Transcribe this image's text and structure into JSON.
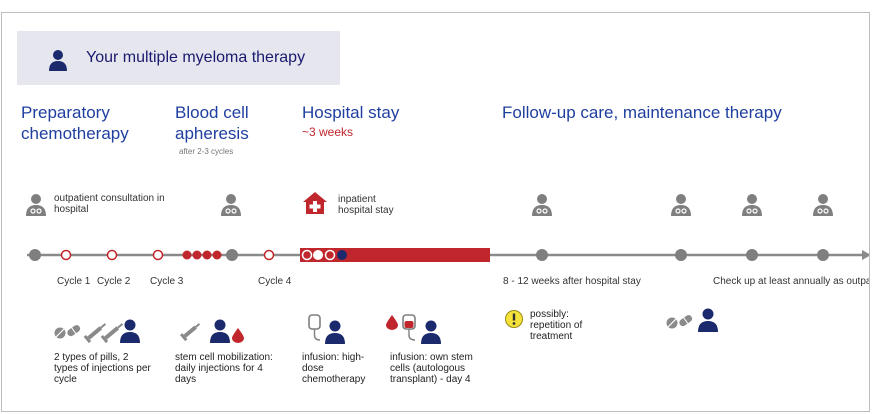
{
  "title": "Your multiple myeloma therapy",
  "phases": {
    "prep": "Preparatory chemotherapy",
    "apheresis": "Blood cell apheresis",
    "apheresis_sub": "after 2-3 cycles",
    "hospital": "Hospital stay",
    "hospital_sub": "~3 weeks",
    "followup": "Follow-up care, maintenance therapy"
  },
  "events": {
    "outpatient": "outpatient consultation in hospital",
    "inpatient": "inpatient hospital stay"
  },
  "timeline": {
    "cycle1": "Cycle 1",
    "cycle2": "Cycle 2",
    "cycle3": "Cycle 3",
    "cycle4": "Cycle 4",
    "after_stay": "8 - 12 weeks after hospital stay",
    "checkup": "Check up at least annually as outpatient"
  },
  "details": {
    "pills": "2 types of pills, 2 types of injections per cycle",
    "stemcell": "stem cell mobilization: daily injections for 4 days",
    "infusion_chemo": "infusion: high-dose chemotherapy",
    "infusion_stem": "infusion: own stem cells (autologous transplant) - day 4",
    "possibly": "possibly: repetition of treatment"
  },
  "colors": {
    "navy": "#1a2a6c",
    "red": "#c0272d",
    "grey": "#7f7f7f",
    "phase_blue": "#1f3fa0",
    "title_bg": "#e6e6ef"
  },
  "icons": [
    "person-icon",
    "doctor-icon",
    "hospital-icon",
    "pill-icon",
    "syringe-icon",
    "blood-drop-icon",
    "iv-bag-icon",
    "warning-icon"
  ]
}
